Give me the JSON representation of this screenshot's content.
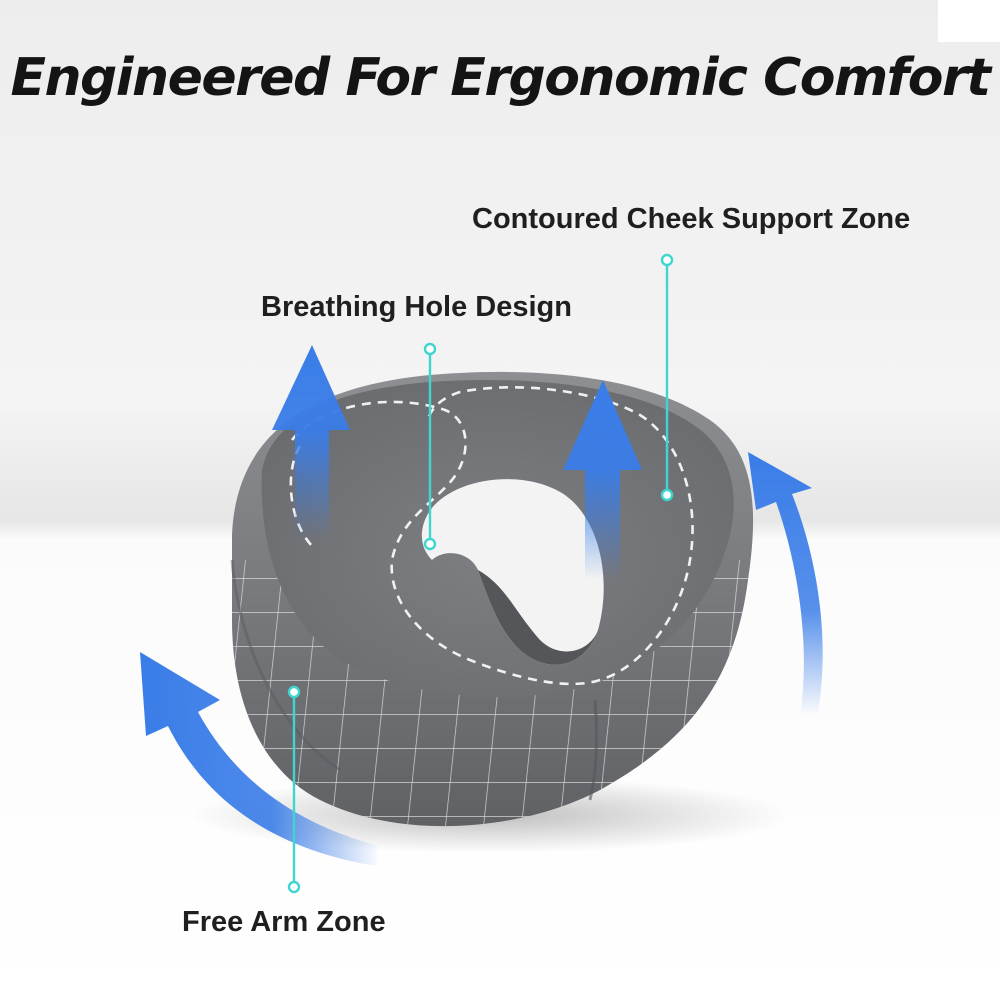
{
  "title": "Engineered For Ergonomic Comfort",
  "callouts": {
    "cheek_support": "Contoured Cheek Support Zone",
    "breathing_hole": "Breathing Hole Design",
    "free_arm": "Free Arm Zone"
  },
  "colors": {
    "arrow_blue": "#3a7de8",
    "pointer_teal": "#3fd6d0",
    "pillow_gray": "#7a7c80",
    "title_text": "#141414"
  }
}
